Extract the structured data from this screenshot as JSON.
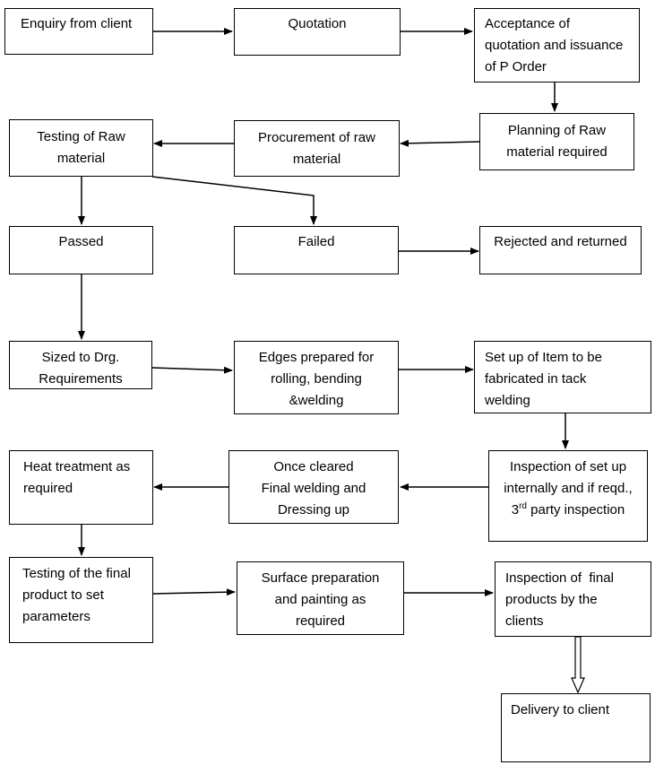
{
  "nodes": {
    "enquiry": "Enquiry from client",
    "quotation": "Quotation",
    "acceptance_1": "Acceptance of",
    "acceptance_2": "quotation and issuance",
    "acceptance_3": "of P Order",
    "planning_1": "Planning of Raw",
    "planning_2": "material required",
    "procurement_1": "Procurement of raw",
    "procurement_2": "material",
    "testing_raw_1": "Testing of Raw",
    "testing_raw_2": "material",
    "passed": "Passed",
    "failed": "Failed",
    "rejected": "Rejected and returned",
    "sized_1": "Sized to Drg.",
    "sized_2": "Requirements",
    "edges_1": "Edges prepared for",
    "edges_2": "rolling, bending",
    "edges_3": "&welding",
    "setup_1": "Set up of Item to be",
    "setup_2": "fabricated in tack",
    "setup_3": "welding",
    "inspection_setup_1": "Inspection of set up",
    "inspection_setup_2": "internally and if reqd.,",
    "inspection_setup_3_num": "3",
    "inspection_setup_3_sup": "rd",
    "inspection_setup_3_rest": " party inspection",
    "once_1": "Once cleared",
    "once_2": "Final welding and",
    "once_3": "Dressing up",
    "heat_1": "Heat treatment as",
    "heat_2": "required",
    "testing_final_1": "Testing of the final",
    "testing_final_2": "product to set",
    "testing_final_3": "parameters",
    "surface_1": "Surface preparation",
    "surface_2": "and painting as",
    "surface_3": "required",
    "inspection_final_1": "Inspection of  final",
    "inspection_final_2": "products by the",
    "inspection_final_3": "clients",
    "delivery": "Delivery to client"
  }
}
